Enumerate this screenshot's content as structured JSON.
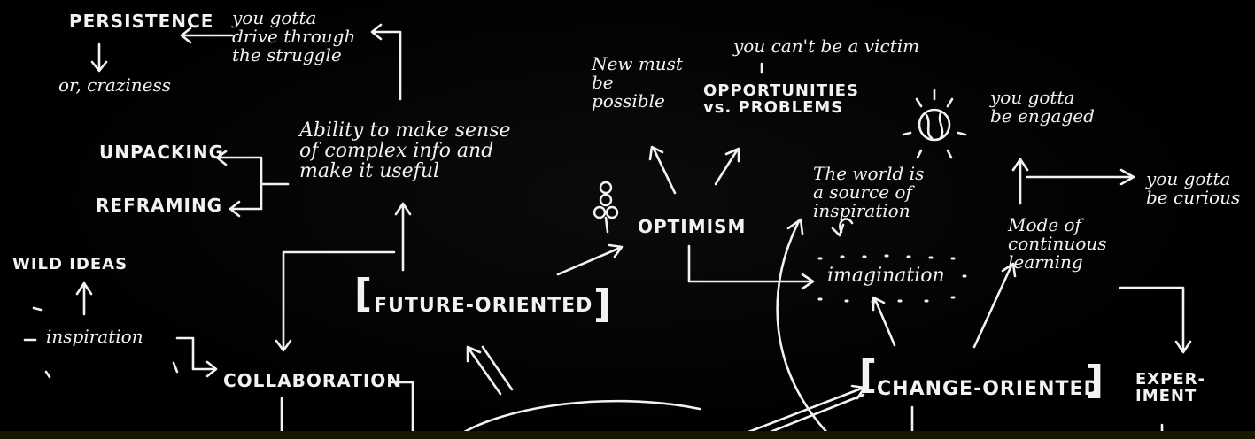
{
  "labels": {
    "persistence": "PERSISTENCE",
    "or_craziness": "or, craziness",
    "drive_struggle": "you gotta\ndrive through\nthe struggle",
    "unpacking": "UNPACKING",
    "reframing": "REFRAMING",
    "ability": "Ability to make sense\nof complex info and\nmake it useful",
    "wild_ideas": "WILD IDEAS",
    "inspiration": "inspiration",
    "collaboration": "COLLABORATION",
    "future_oriented": "FUTURE-ORIENTED",
    "new_must": "New must\nbe\npossible",
    "victim": "you can't be a victim",
    "opportunities": "OPPORTUNITIES\nvs. PROBLEMS",
    "optimism": "OPTIMISM",
    "world_source": "The world is\na source of\ninspiration",
    "imagination": "imagination",
    "engaged": "you gotta\nbe engaged",
    "curious": "you gotta\nbe curious",
    "mode_learning": "Mode of\ncontinuous\nlearning",
    "change_oriented": "CHANGE-ORIENTED",
    "experiment": "EXPER-\nIMENT"
  },
  "colors": {
    "ink": "#f2f2f2",
    "board": "#000000",
    "highlight": "#e8d21a"
  }
}
